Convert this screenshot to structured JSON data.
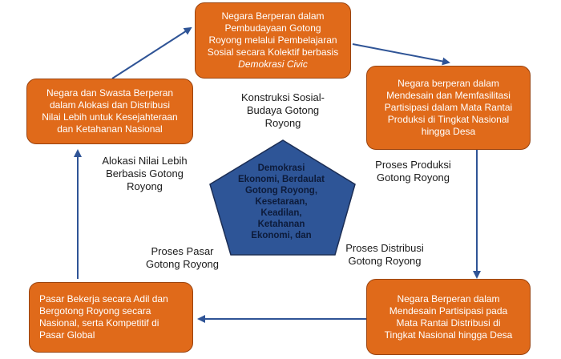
{
  "colors": {
    "box_fill": "#e06a1a",
    "box_border": "#9a4410",
    "arrow": "#2f5496",
    "pentagon_fill": "#2e5597",
    "pentagon_border": "#1c2e55"
  },
  "boxes": {
    "top": {
      "line1": "Negara Berperan dalam",
      "line2": "Pembudayaan Gotong",
      "line3": "Royong melalui Pembelajaran",
      "line4": "Sosial secara Kolektif berbasis",
      "line5": "Demokrasi Civic"
    },
    "right_upper": {
      "line1": "Negara berperan dalam",
      "line2": "Mendesain dan Memfasilitasi",
      "line3": "Partisipasi dalam Mata Rantai",
      "line4": "Produksi di Tingkat Nasional",
      "line5": "hingga Desa"
    },
    "right_lower": {
      "line1": "Negara Berperan dalam",
      "line2": "Mendesain Partisipasi pada",
      "line3": "Mata Rantai Distribusi di",
      "line4": "Tingkat Nasional hingga Desa"
    },
    "left_lower": {
      "line1": "Pasar Bekerja secara Adil dan",
      "line2": "Bergotong Royong secara",
      "line3": "Nasional, serta Kompetitif di",
      "line4": "Pasar Global"
    },
    "left_upper": {
      "line1": "Negara dan Swasta Berperan",
      "line2": "dalam Alokasi dan Distribusi",
      "line3": "Nilai Lebih untuk Kesejahteraan",
      "line4": "dan Ketahanan Nasional"
    }
  },
  "labels": {
    "konstruksi": {
      "line1": "Konstruksi Sosial-",
      "line2": "Budaya Gotong",
      "line3": "Royong"
    },
    "produksi": {
      "line1": "Proses Produksi",
      "line2": "Gotong Royong"
    },
    "distribusi": {
      "line1": "Proses Distribusi",
      "line2": "Gotong Royong"
    },
    "pasar": {
      "line1": "Proses Pasar",
      "line2": "Gotong Royong"
    },
    "alokasi": {
      "line1": "Alokasi Nilai Lebih",
      "line2": "Berbasis Gotong",
      "line3": "Royong"
    }
  },
  "pentagon": {
    "line1": "Demokrasi",
    "line2": "Ekonomi, Berdaulat",
    "line3": "Gotong Royong,",
    "line4": "Kesetaraan,",
    "line5": "Keadilan,",
    "line6": "Ketahanan",
    "line7": "Ekonomi, dan"
  }
}
